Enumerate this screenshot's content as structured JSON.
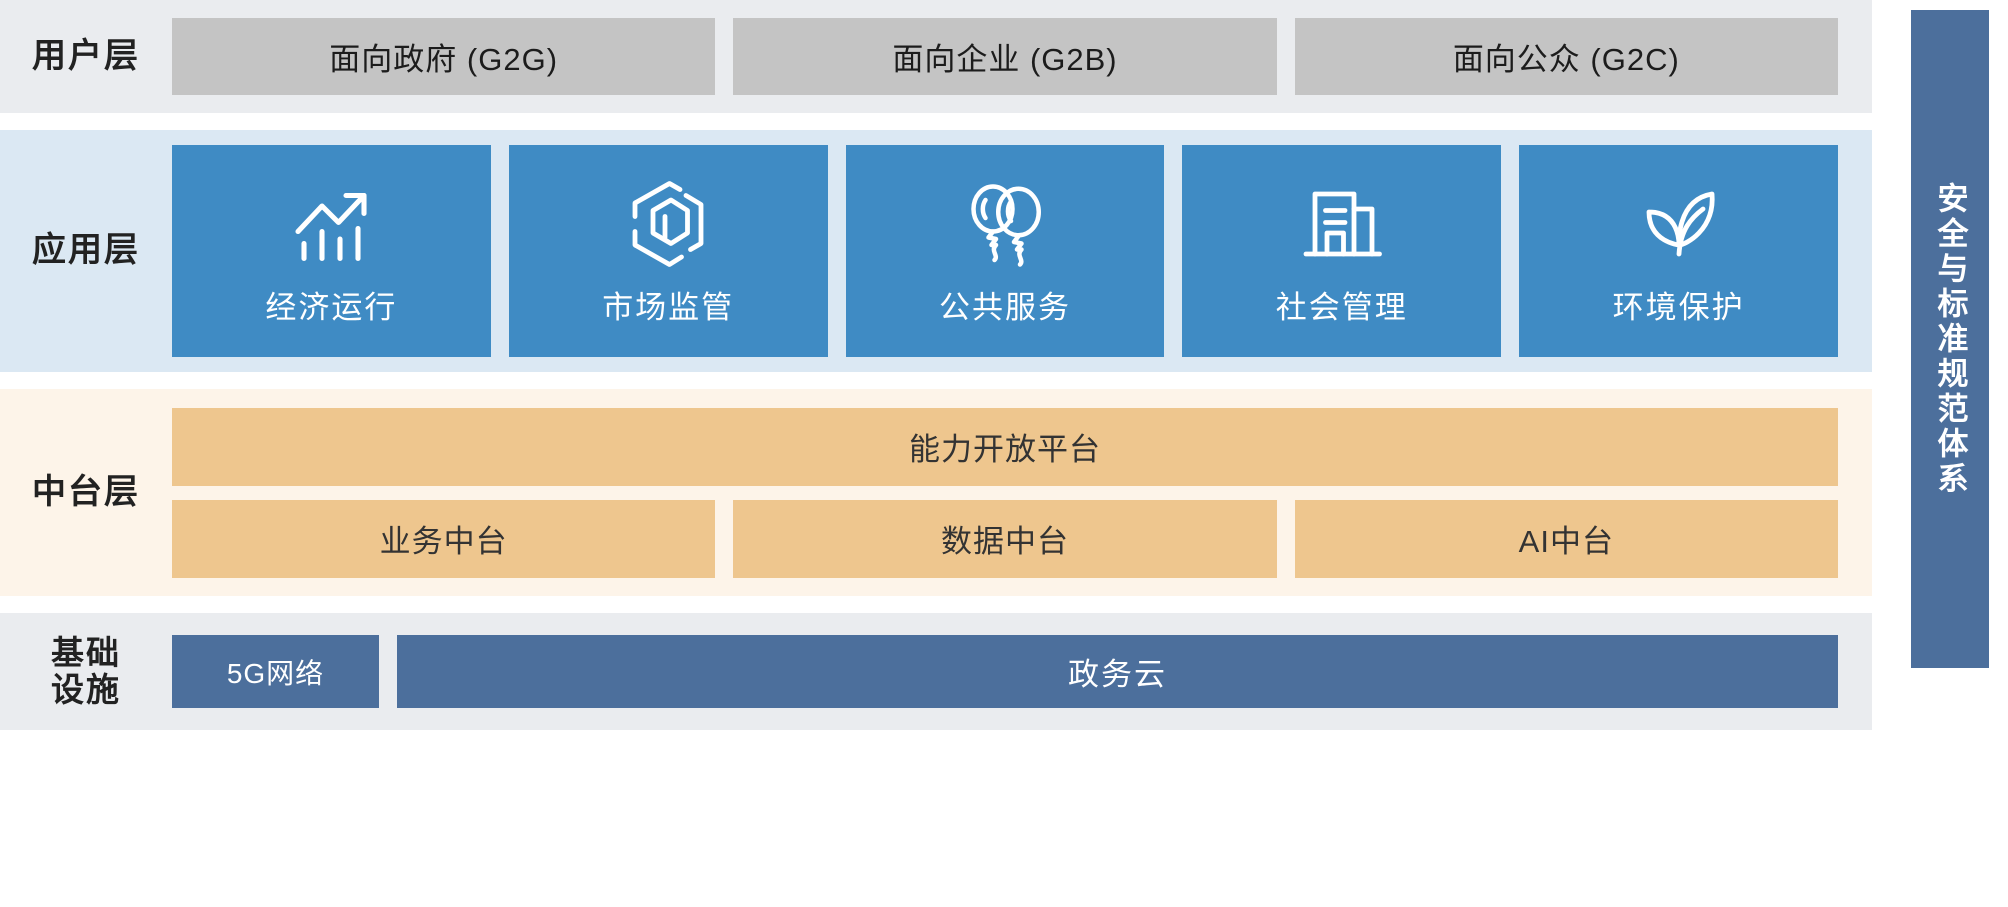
{
  "colors": {
    "user_band_bg": "#eaecef",
    "user_box_bg": "#c4c4c4",
    "app_band_bg": "#dbe8f3",
    "app_card_bg": "#3f8bc4",
    "mid_band_bg": "#fdf4e9",
    "mid_box_bg": "#eec68e",
    "infra_band_bg": "#eaecef",
    "infra_box_bg": "#4c6f9c",
    "security_bar_bg": "#4c6f9c"
  },
  "layers": {
    "user": {
      "label": "用户层",
      "boxes": [
        {
          "label": "面向政府 (G2G)"
        },
        {
          "label": "面向企业 (G2B)"
        },
        {
          "label": "面向公众 (G2C)"
        }
      ]
    },
    "application": {
      "label": "应用层",
      "cards": [
        {
          "label": "经济运行",
          "icon": "growth-chart-icon"
        },
        {
          "label": "市场监管",
          "icon": "hexagon-cube-icon"
        },
        {
          "label": "公共服务",
          "icon": "balloons-icon"
        },
        {
          "label": "社会管理",
          "icon": "building-icon"
        },
        {
          "label": "环境保护",
          "icon": "leaf-icon"
        }
      ]
    },
    "middle": {
      "label": "中台层",
      "wide_box": {
        "label": "能力开放平台"
      },
      "boxes": [
        {
          "label": "业务中台"
        },
        {
          "label": "数据中台"
        },
        {
          "label": "AI中台"
        }
      ]
    },
    "infrastructure": {
      "label_line1": "基础",
      "label_line2": "设施",
      "boxes": [
        {
          "label": "5G网络"
        },
        {
          "label": "政务云"
        }
      ]
    }
  },
  "security_bar": {
    "label": "安全与标准规范体系"
  }
}
